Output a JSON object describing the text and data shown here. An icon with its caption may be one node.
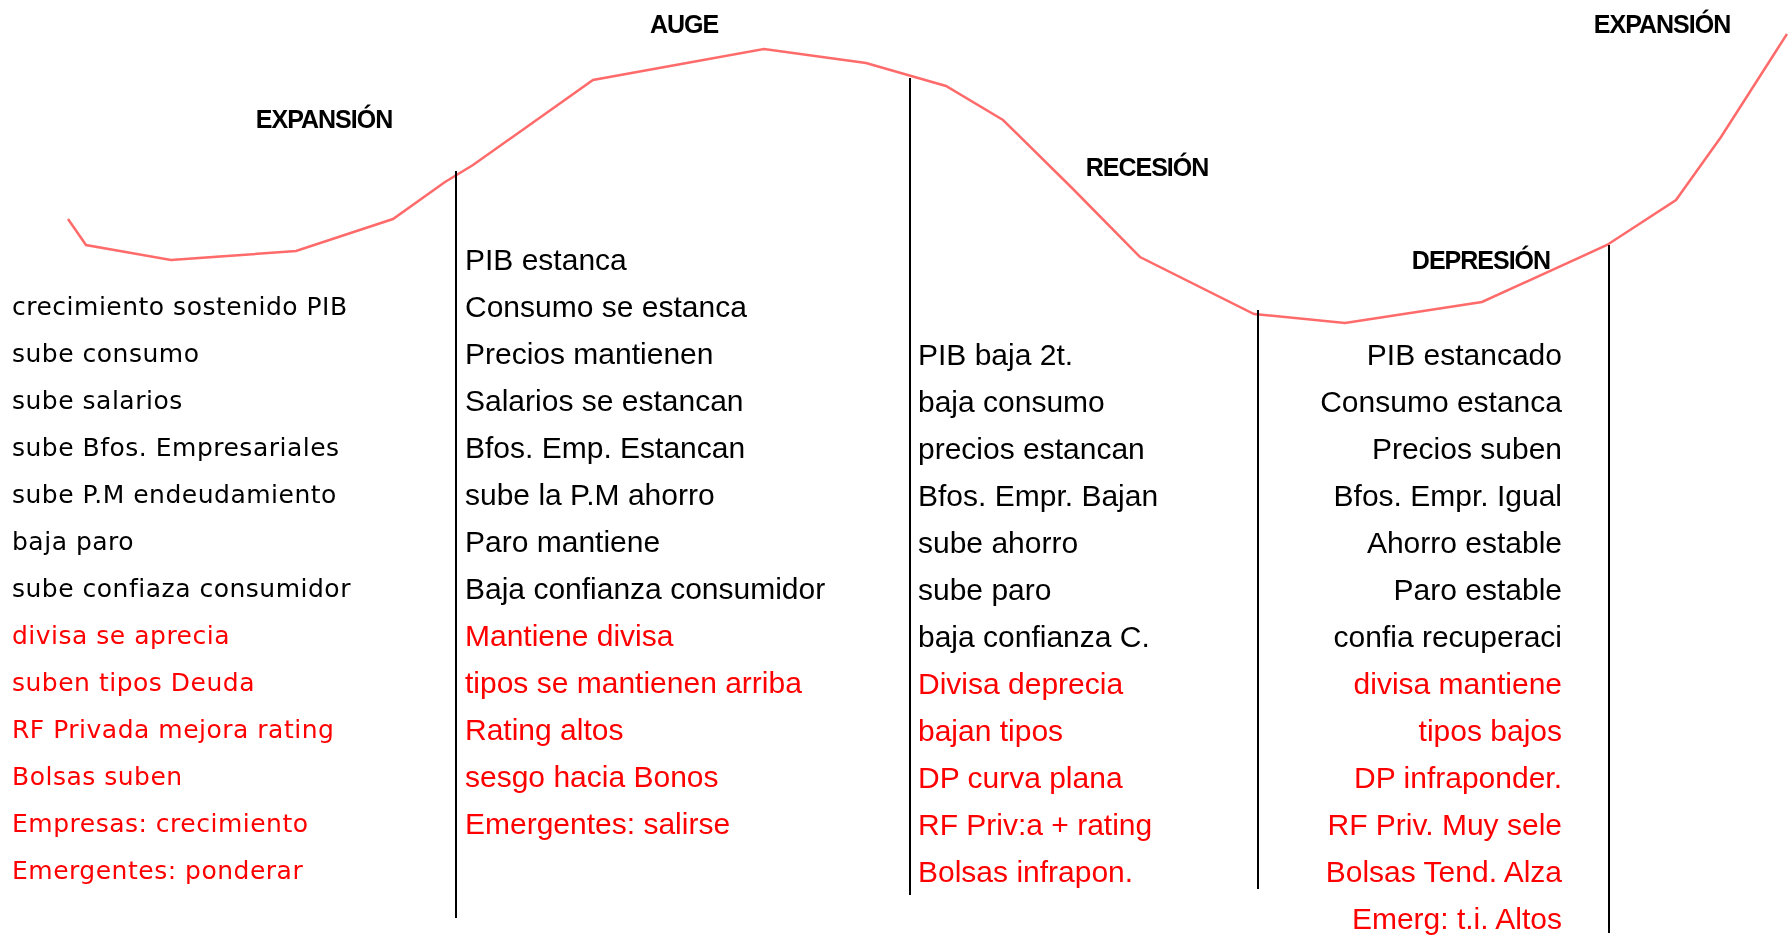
{
  "diagram": {
    "labels": [
      "AUGE",
      "EXPANSIÓN",
      "EXPANSIÓN",
      "RECESIÓN",
      "DEPRESIÓN",
      "crecimiento sostenido PIB",
      "sube consumo",
      "sube salarios",
      "sube Bfos. Empresariales",
      "sube P.M endeudamiento",
      "baja paro",
      "sube confiaza consumidor",
      "divisa se aprecia",
      "suben tipos Deuda",
      "RF Privada mejora rating",
      "Bolsas suben",
      "Empresas: crecimiento",
      "Emergentes: ponderar",
      "PIB  estanca",
      "Consumo se estanca",
      "Precios mantienen",
      "Salarios se estancan",
      "Bfos. Emp. Estancan",
      "sube la P.M ahorro",
      "Paro mantiene",
      "Baja confianza consumidor",
      "Mantiene divisa",
      "tipos se mantienen arriba",
      "Rating altos",
      "sesgo hacia Bonos",
      "Emergentes: salirse",
      "PIB baja 2t.",
      "baja consumo",
      "precios estancan",
      "Bfos. Empr. Bajan",
      "sube ahorro",
      "sube paro",
      "baja confianza C.",
      "Divisa deprecia",
      "bajan tipos",
      "DP curva plana",
      "RF Priv:a + rating",
      "Bolsas infrapon.",
      "PIB estancado",
      "Consumo estanca",
      "Precios suben",
      "Bfos. Empr. Igual",
      "Ahorro estable",
      "Paro estable",
      "confia recuperaci",
      "divisa mantiene",
      "tipos bajos",
      "DP infraponder.",
      "RF Priv. Muy sele",
      "Bolsas Tend. Alza",
      "Emerg: t.i. Altos"
    ]
  }
}
